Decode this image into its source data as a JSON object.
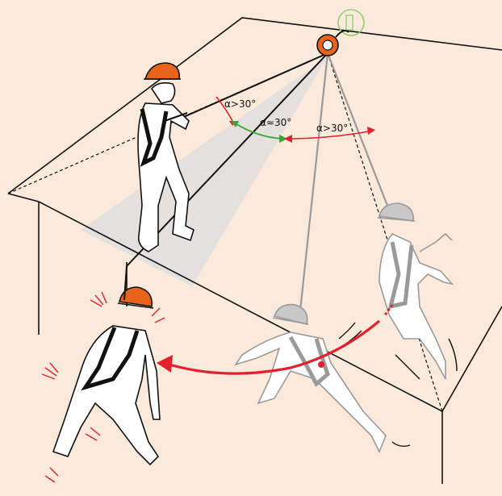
{
  "labels": {
    "angle_left": "α>30°",
    "angle_center": "α≈30°",
    "angle_right": "α>30°"
  },
  "colors": {
    "background": "#fbeadb",
    "danger": "#e3202e",
    "safe": "#3aa535",
    "helmet": "#e8641b",
    "grey_figure": "#9a9a9a",
    "anchor_halo": "#8fcf6f"
  }
}
